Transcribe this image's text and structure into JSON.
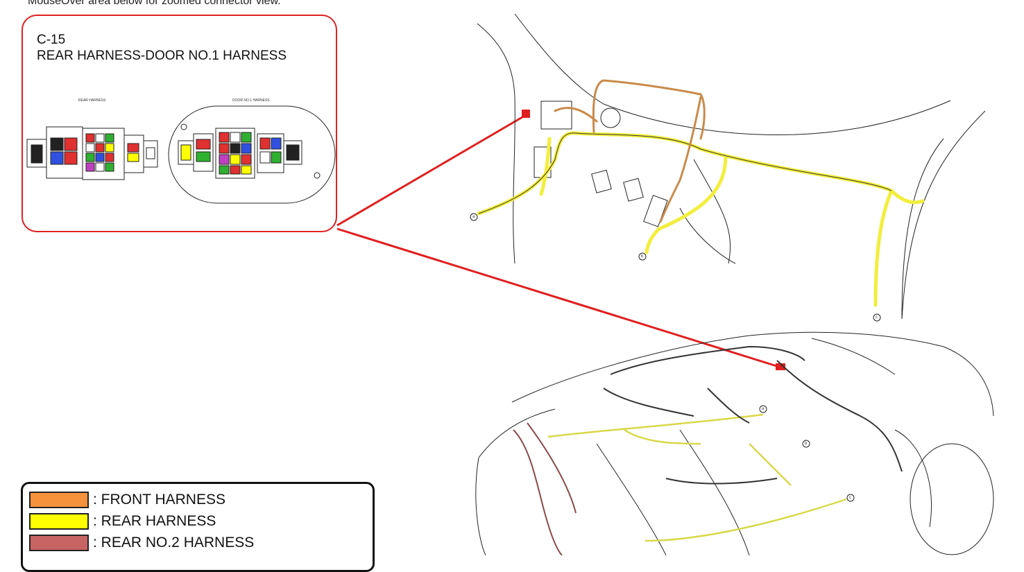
{
  "instruction": "MouseOver area below for zoomed connector view.",
  "connector": {
    "code": "C-15",
    "name": "REAR HARNESS-DOOR NO.1 HARNESS",
    "left_label": "REAR HARNESS",
    "right_label": "DOOR NO.1 HARNESS"
  },
  "legend": [
    {
      "label": ": FRONT HARNESS",
      "color": "#f7923c"
    },
    {
      "label": ": REAR HARNESS",
      "color": "#ffff00"
    },
    {
      "label": ": REAR NO.2 HARNESS",
      "color": "#c86464"
    }
  ],
  "locator_marks": [
    "a",
    "b",
    "c"
  ],
  "colors": {
    "callout_border": "#e02020",
    "leader_line": "#e02020",
    "rear_harness": "#f2ee3c",
    "front_harness": "#c98a4a"
  }
}
